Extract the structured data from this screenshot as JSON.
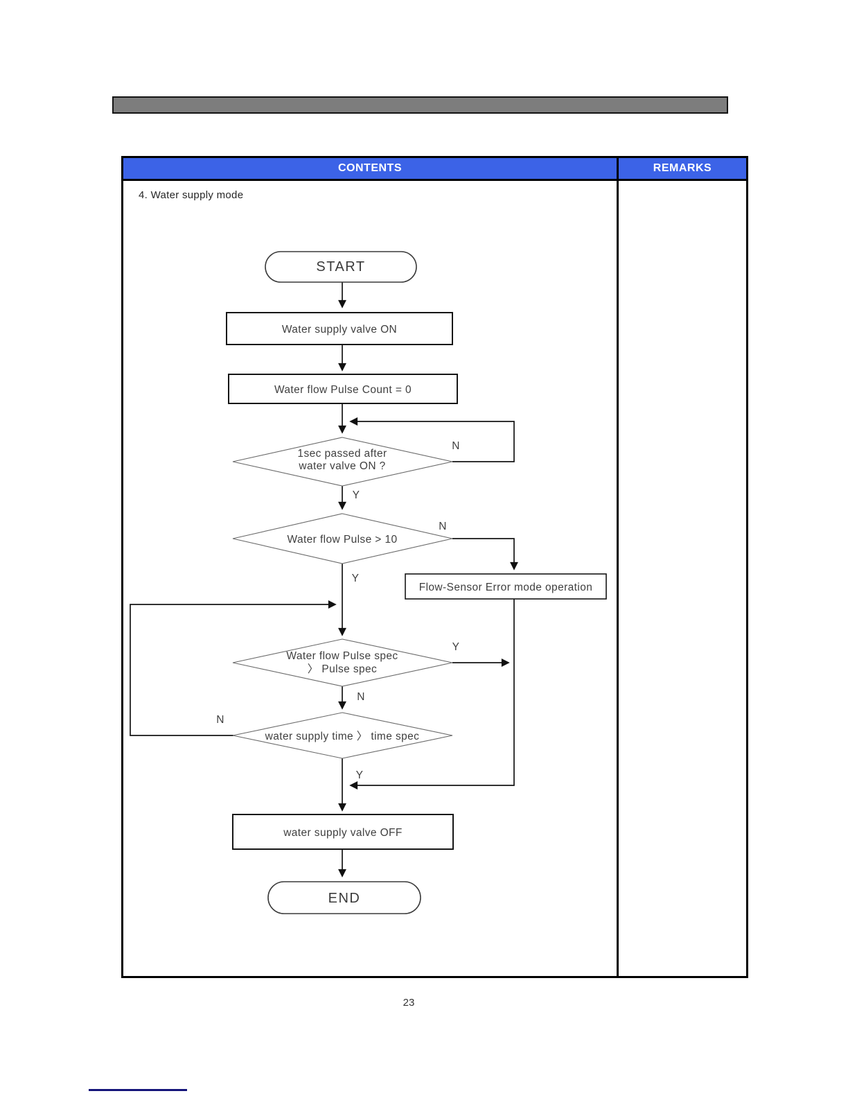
{
  "table": {
    "header": {
      "contents": "CONTENTS",
      "remarks": "REMARKS"
    },
    "section_title": "4. Water supply mode"
  },
  "flowchart": {
    "start": "START",
    "box_valve_on": "Water supply valve ON",
    "box_pulse_count": "Water flow Pulse Count = 0",
    "diamond_1sec_line1": "1sec passed after",
    "diamond_1sec_line2": "water valve ON ?",
    "diamond_pulse10": "Water flow Pulse  > 10",
    "box_flow_sensor_error": "Flow-Sensor Error mode operation",
    "diamond_pulse_spec_line1": "Water flow Pulse spec",
    "diamond_pulse_spec_line2": "〉 Pulse spec",
    "diamond_time_spec": "water supply time 〉 time spec",
    "box_valve_off": "water supply valve OFF",
    "end": "END",
    "labels": {
      "yes": "Y",
      "no": "N"
    }
  },
  "page": {
    "number": "23"
  },
  "colors": {
    "header_blue": "#3c63e7",
    "bar_gray": "#7d7d7d",
    "underline_navy": "#14147a"
  }
}
